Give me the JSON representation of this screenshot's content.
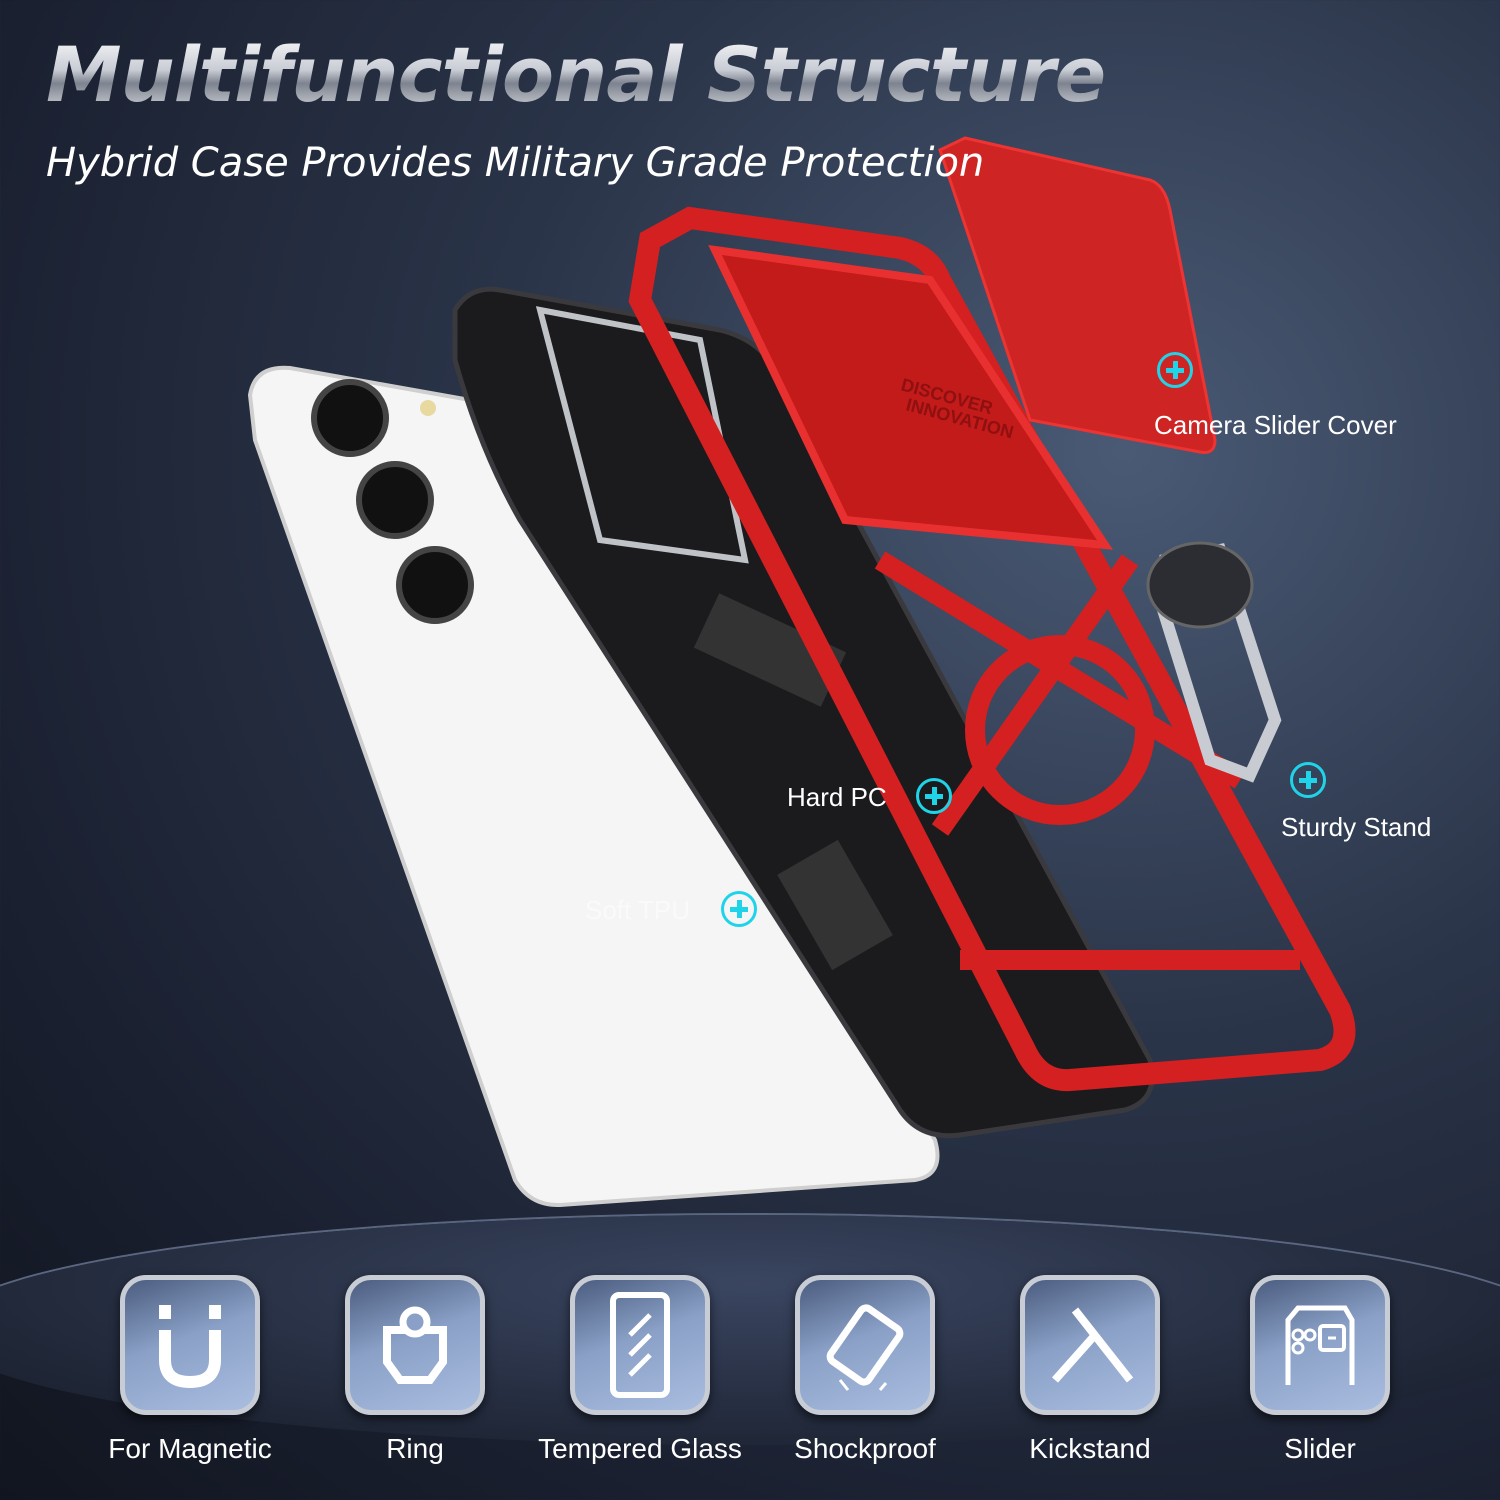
{
  "header": {
    "title": "Multifunctional Structure",
    "subtitle": "Hybrid Case Provides Military Grade Protection"
  },
  "product": {
    "case_lettering": [
      "DISCOVER",
      "INNOVATION"
    ],
    "colors": {
      "frame": "#d42020",
      "case": "#1a1a1a",
      "phone": "#f4f4f4",
      "callout_accent": "#1fd4e8"
    }
  },
  "callouts": [
    {
      "label": "Camera Slider Cover"
    },
    {
      "label": "Sturdy Stand"
    },
    {
      "label": "Hard PC"
    },
    {
      "label": "Soft TPU"
    }
  ],
  "features": [
    {
      "label": "For Magnetic",
      "icon": "magnet-icon"
    },
    {
      "label": "Ring",
      "icon": "ring-icon"
    },
    {
      "label": "Tempered Glass",
      "icon": "tempered-glass-icon"
    },
    {
      "label": "Shockproof",
      "icon": "shockproof-icon"
    },
    {
      "label": "Kickstand",
      "icon": "kickstand-icon"
    },
    {
      "label": "Slider",
      "icon": "slider-icon"
    }
  ]
}
